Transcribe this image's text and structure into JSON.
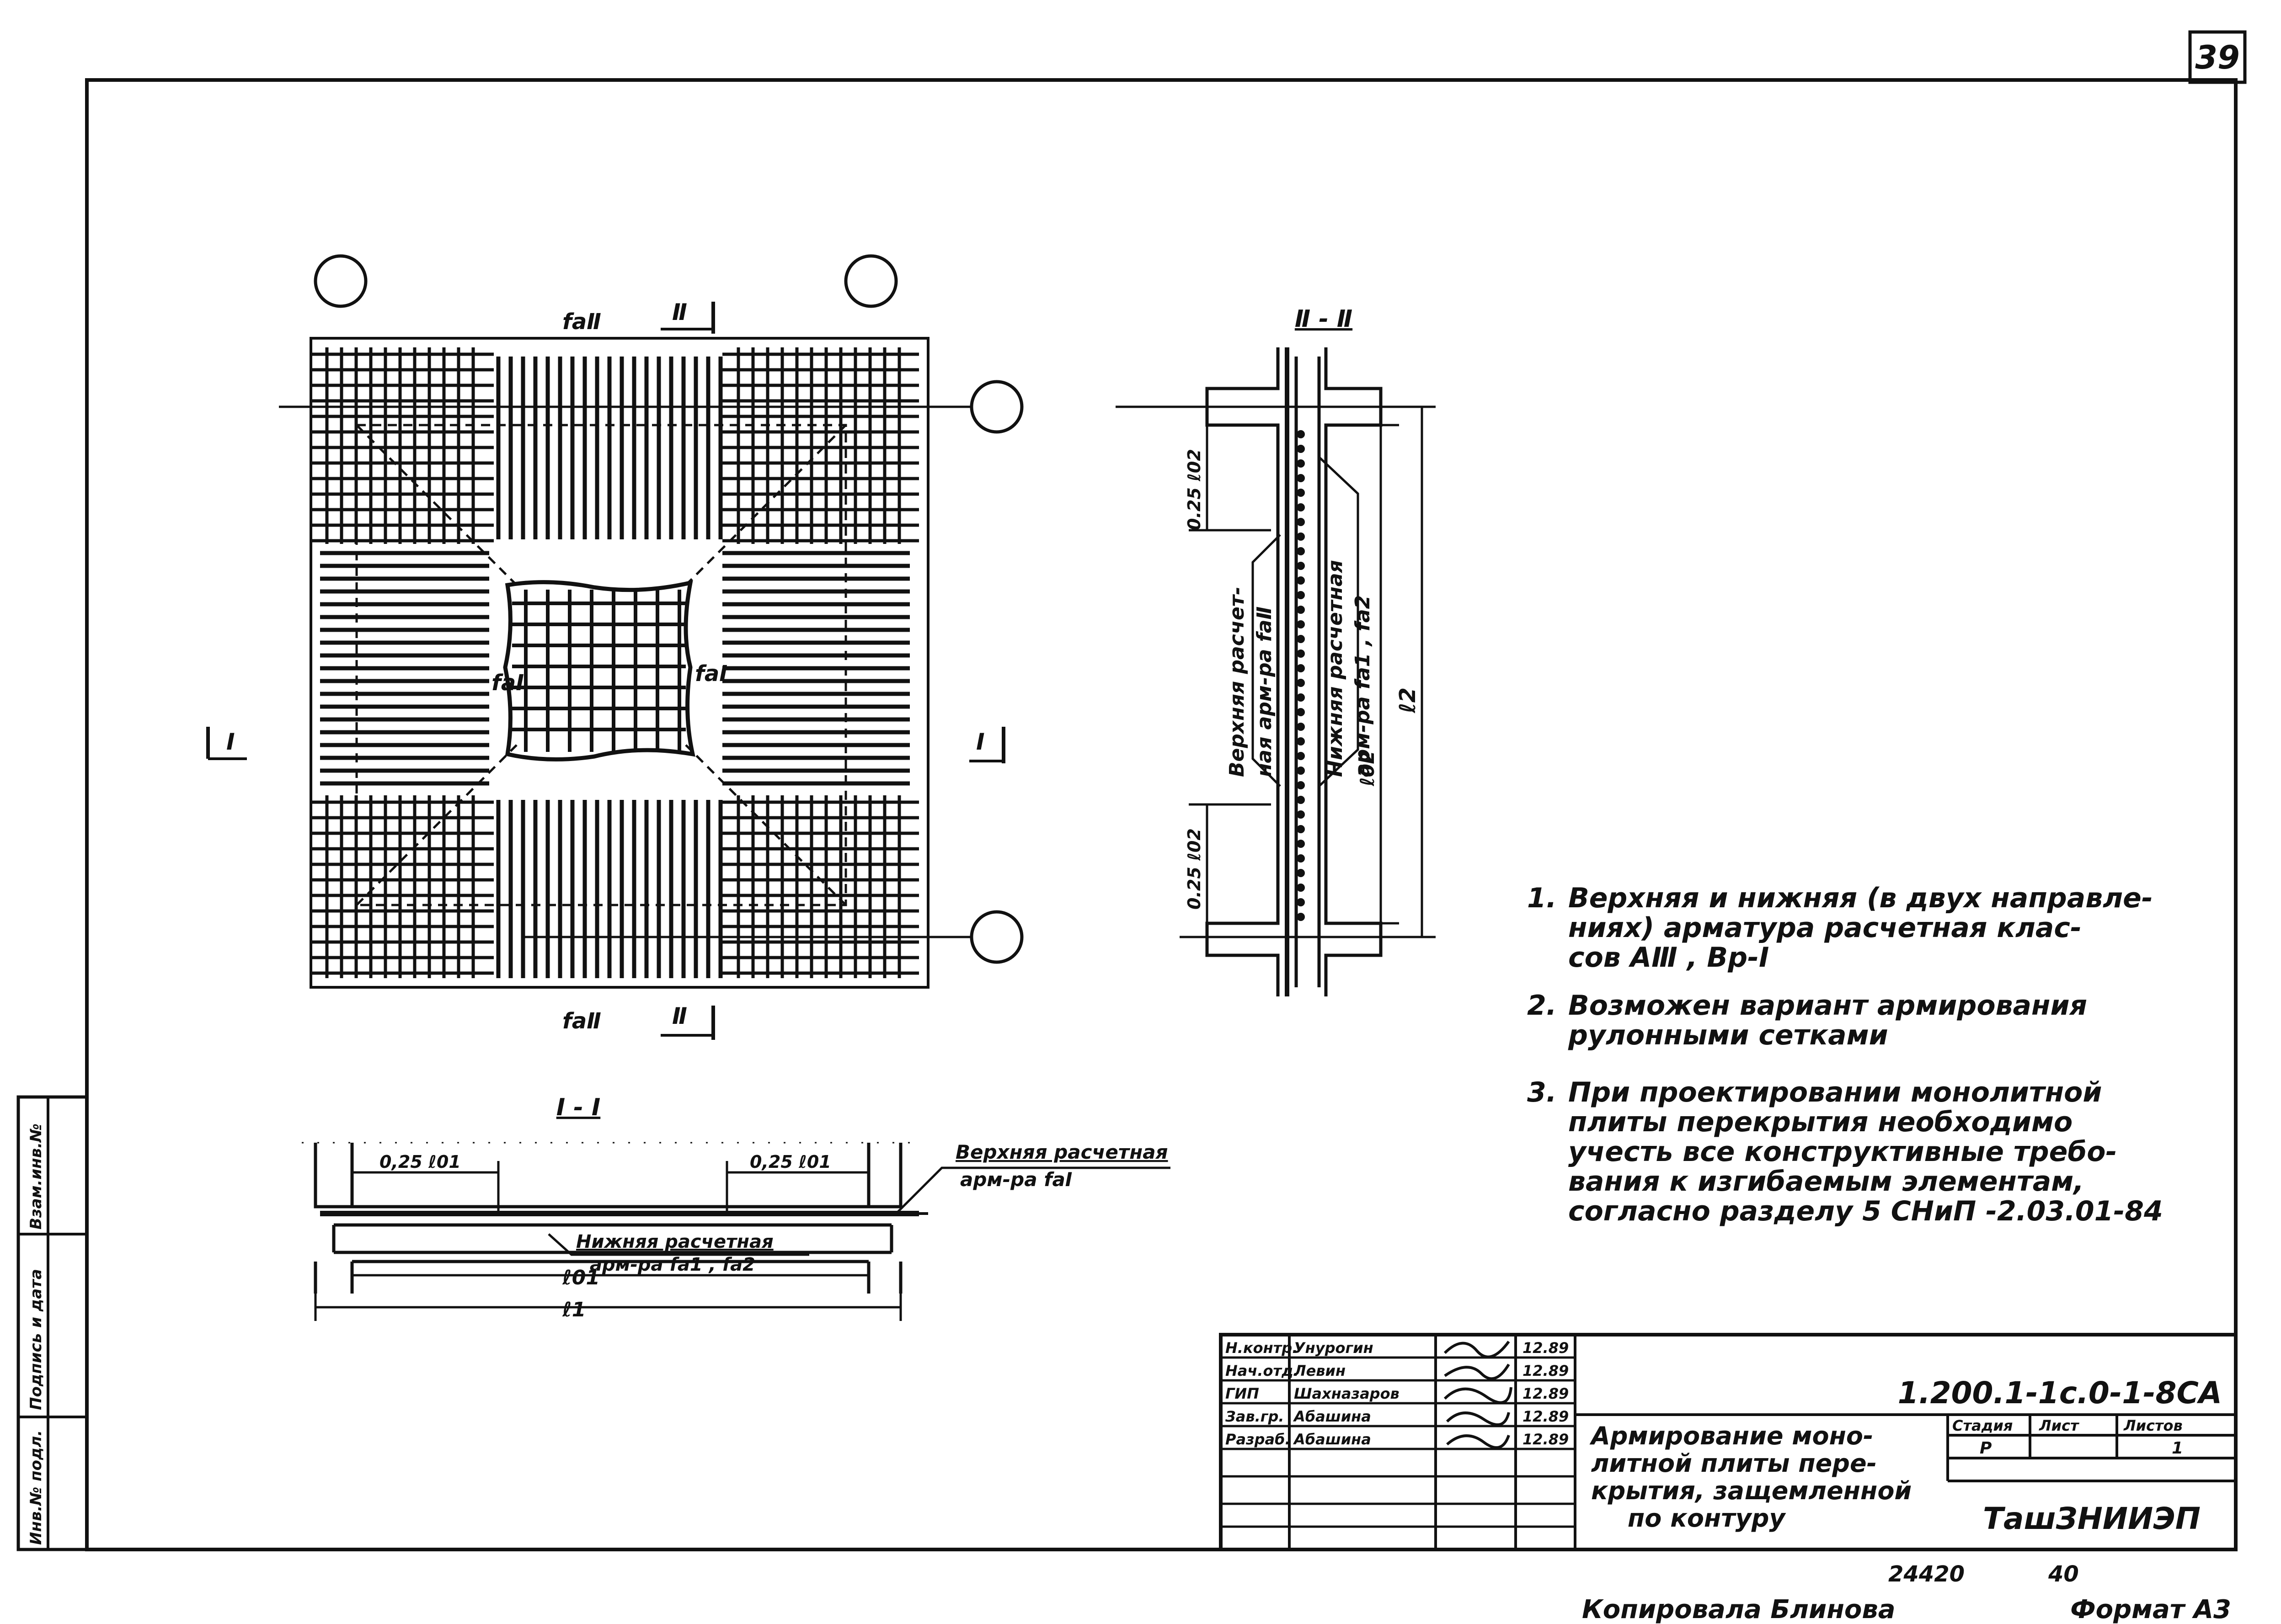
{
  "page_number": "39",
  "plan": {
    "label_top": "fаⅡ",
    "label_bottom": "fаⅡ",
    "label_left": "fаⅠ",
    "label_right": "fаⅠ",
    "section_mark_top": "Ⅱ",
    "section_mark_bottom": "Ⅱ",
    "section_mark_left": "Ⅰ",
    "section_mark_right": "Ⅰ"
  },
  "section_2": {
    "title": "Ⅱ - Ⅱ",
    "dim_top": "0.25 ℓ02",
    "dim_bottom": "0.25 ℓ02",
    "dim_mid": "ℓ02",
    "dim_full": "ℓ2",
    "upper_label_1": "Верхняя расчет-",
    "upper_label_2": "ная арм-ра fаⅡ",
    "lower_label_1": "Нижняя расчетная",
    "lower_label_2": "арм-ра fа1 , fа2"
  },
  "section_1": {
    "title": "Ⅰ - Ⅰ",
    "dim_left": "0,25 ℓ01",
    "dim_right": "0,25 ℓ01",
    "dim_mid": "ℓ01",
    "dim_full": "ℓ1",
    "upper_label_1": "Верхняя расчетная",
    "upper_label_2": "арм-ра fаⅠ",
    "lower_label_1": "Нижняя расчетная",
    "lower_label_2": "арм-ра fа1 , fа2"
  },
  "notes": [
    {
      "num": "1.",
      "lines": [
        "Верхняя и нижняя (в двух направле-",
        "ниях) арматура расчетная клас-",
        "сов АⅢ , Вр-Ⅰ"
      ]
    },
    {
      "num": "2.",
      "lines": [
        "Возможен вариант армирования",
        "рулонными сетками"
      ]
    },
    {
      "num": "3.",
      "lines": [
        "При проектировании монолитной",
        "плиты перекрытия необходимо",
        "учесть все конструктивные требо-",
        "вания к изгибаемым элементам,",
        "согласно разделу 5 СНиП -2.03.01-84"
      ]
    }
  ],
  "side_stamp": [
    "Инв.№ подл.",
    "Подпись и дата",
    "Взам.инв.№"
  ],
  "title_block": {
    "roles": [
      "Н.контр.",
      "Нач.отд.",
      "ГИП",
      "Зав.гр.",
      "Разраб."
    ],
    "names": [
      "Унурогин",
      "Левин",
      "Шахназаров",
      "Абашина",
      "Абашина"
    ],
    "dates": [
      "12.89",
      "12.89",
      "12.89",
      "12.89",
      "12.89"
    ],
    "code": "1.200.1-1с.0-1-8СА",
    "title_lines": [
      "Армирование моно-",
      "литной плиты пере-",
      "крытия, защемленной",
      "по контуру"
    ],
    "stage_header": "Стадия",
    "sheet_header": "Лист",
    "sheets_header": "Листов",
    "stage": "Р",
    "sheets": "1",
    "org": "ТашЗНИИЭП"
  },
  "footer": {
    "num_left": "24420",
    "num_right": "40",
    "copied": "Копировала Блинова",
    "format": "Формат А3"
  }
}
